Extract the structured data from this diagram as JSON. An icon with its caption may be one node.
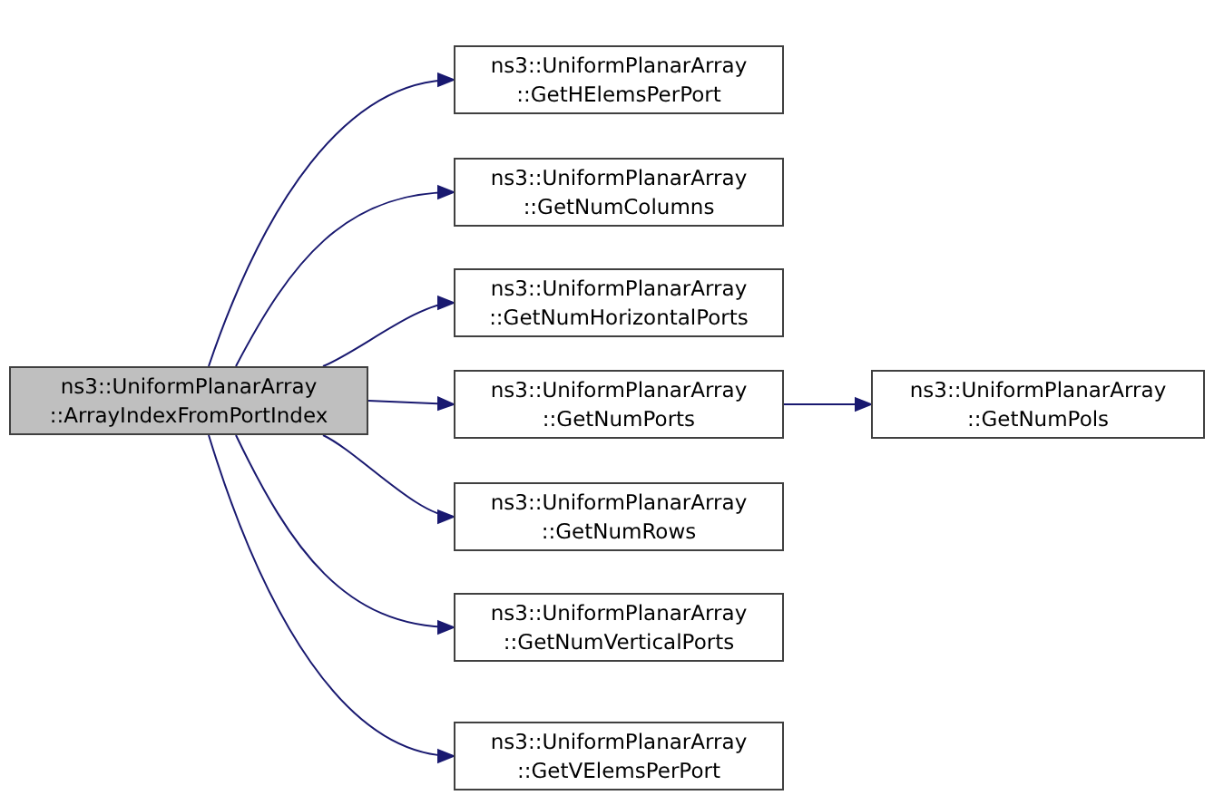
{
  "diagram": {
    "nodes": [
      {
        "text": [
          "ns3::UniformPlanarArray ::ArrayIndexFromPortIndex"
        ]
      },
      {
        "text": [
          "ns3::UniformPlanarArray ::GetHElemsPerPort"
        ]
      },
      {
        "text": [
          "ns3::UniformPlanarArray ::GetNumColumns"
        ]
      },
      {
        "text": [
          "ns3::UniformPlanarArray ::GetNumHorizontalPorts"
        ]
      },
      {
        "text": [
          "ns3::UniformPlanarArray ::GetNumPorts"
        ]
      },
      {
        "text": [
          "ns3::UniformPlanarArray ::GetNumRows"
        ]
      },
      {
        "text": [
          "ns3::UniformPlanarArray ::GetNumVerticalPorts"
        ]
      },
      {
        "text": [
          "ns3::UniformPlanarArray ::GetVElemsPerPort"
        ]
      },
      {
        "text": [
          "ns3::UniformPlanarArray ::GetNumPols"
        ]
      }
    ],
    "edges": [
      {
        "from": 0,
        "to": 1,
        "arrow": "to"
      },
      {
        "from": 0,
        "to": 2,
        "arrow": "to"
      },
      {
        "from": 0,
        "to": 3,
        "arrow": "to"
      },
      {
        "from": 0,
        "to": 4,
        "arrow": "to"
      },
      {
        "from": 0,
        "to": 5,
        "arrow": "to"
      },
      {
        "from": 0,
        "to": 6,
        "arrow": "to"
      },
      {
        "from": 0,
        "to": 7,
        "arrow": "to"
      },
      {
        "from": 4,
        "to": 8,
        "arrow": "to"
      }
    ]
  }
}
